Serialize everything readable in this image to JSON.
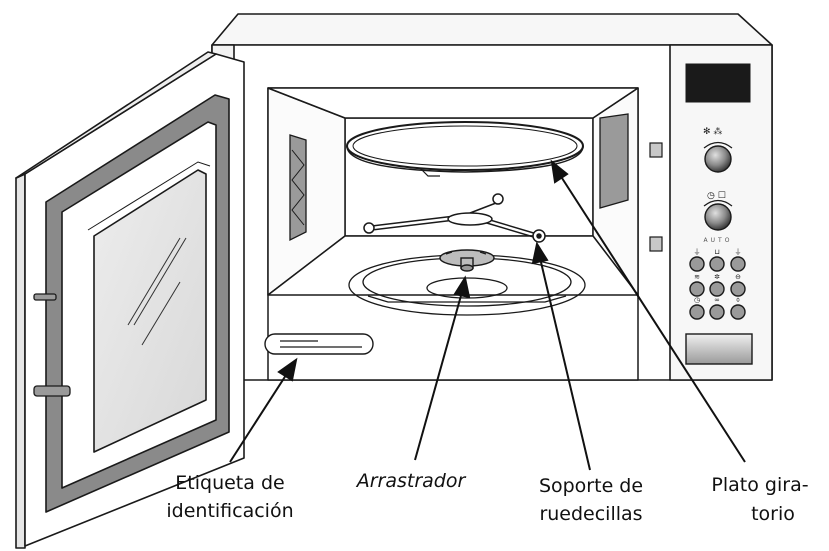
{
  "labels": {
    "etiqueta_line1": "Etiqueta de",
    "etiqueta_line2": "identificación",
    "arrastrador": "Arrastrador",
    "soporte_line1": "Soporte de",
    "soporte_line2": "ruedecillas",
    "plato_line1": "Plato gira-",
    "plato_line2": "torio"
  },
  "panel": {
    "auto_text": "AUTO"
  },
  "colors": {
    "outline": "#1a1a1a",
    "door_glass": "#8a8a8a",
    "cavity_panel": "#d4d4d4",
    "display": "#1a1a1a",
    "button_fill": "#9a9a9a"
  }
}
